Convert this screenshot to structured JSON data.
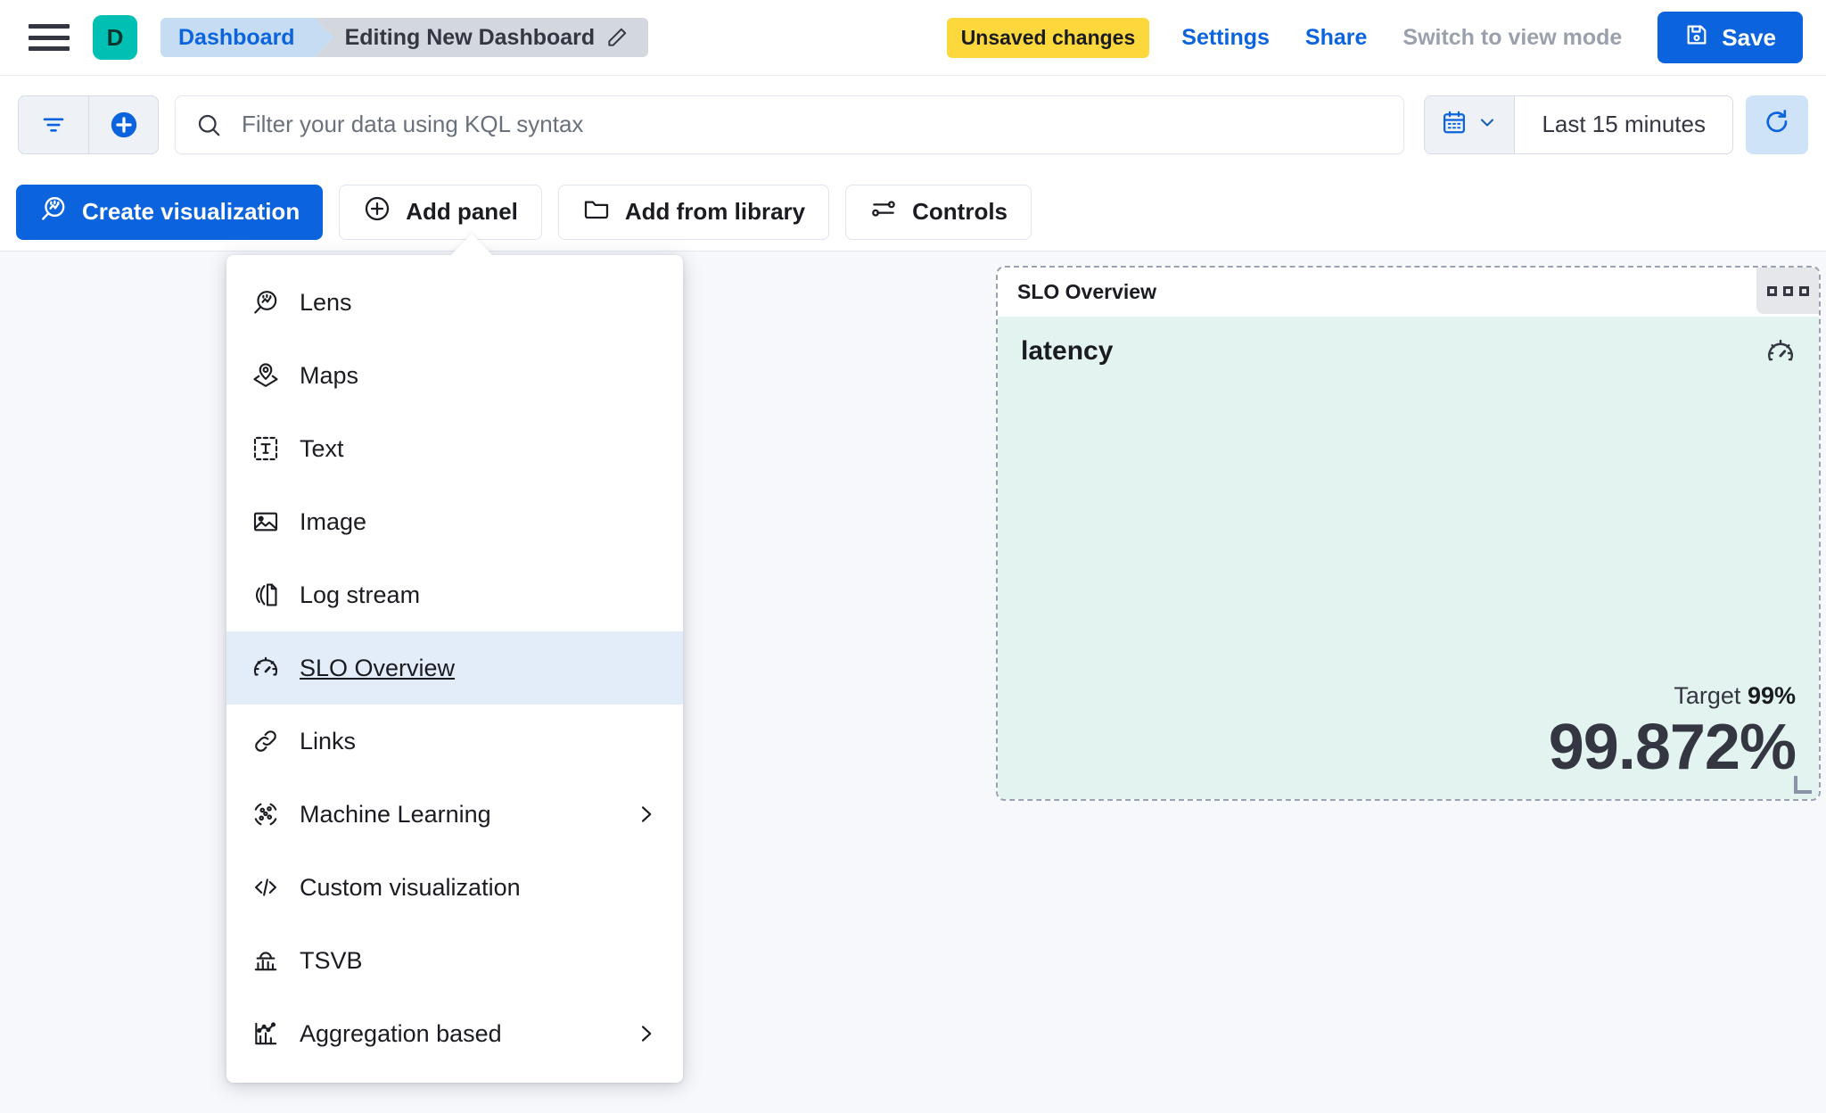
{
  "header": {
    "menu_icon": "hamburger-icon",
    "space_initial": "D",
    "breadcrumb_root": "Dashboard",
    "breadcrumb_current": "Editing New Dashboard",
    "edit_icon": "pencil-icon",
    "unsaved_badge": "Unsaved changes",
    "settings_link": "Settings",
    "share_link": "Share",
    "view_mode_link": "Switch to view mode",
    "save_label": "Save",
    "save_icon": "save-disk-icon",
    "accent_blue": "#0B64DD",
    "badge_yellow": "#FDD83C",
    "space_teal": "#00BFB3"
  },
  "query": {
    "filter_icon": "filter-icon",
    "add_filter_icon": "plus-circle-icon",
    "search_icon": "search-icon",
    "search_value": "",
    "search_placeholder": "Filter your data using KQL syntax",
    "calendar_icon": "calendar-icon",
    "chevron_icon": "chevron-down-icon",
    "time_range": "Last 15 minutes",
    "refresh_icon": "refresh-icon"
  },
  "toolbar": {
    "create_visualization": "Create visualization",
    "create_visualization_icon": "lens-icon",
    "add_panel": "Add panel",
    "add_panel_icon": "plus-circle-icon",
    "add_from_library": "Add from library",
    "add_from_library_icon": "folder-icon",
    "controls": "Controls",
    "controls_icon": "sliders-icon"
  },
  "add_panel_menu": {
    "items": [
      {
        "label": "Lens",
        "icon": "lens-icon",
        "selected": false,
        "submenu": false
      },
      {
        "label": "Maps",
        "icon": "map-pin-icon",
        "selected": false,
        "submenu": false
      },
      {
        "label": "Text",
        "icon": "text-box-icon",
        "selected": false,
        "submenu": false
      },
      {
        "label": "Image",
        "icon": "image-icon",
        "selected": false,
        "submenu": false
      },
      {
        "label": "Log stream",
        "icon": "logs-icon",
        "selected": false,
        "submenu": false
      },
      {
        "label": "SLO Overview",
        "icon": "gauge-icon",
        "selected": true,
        "submenu": false
      },
      {
        "label": "Links",
        "icon": "link-icon",
        "selected": false,
        "submenu": false
      },
      {
        "label": "Machine Learning",
        "icon": "ml-icon",
        "selected": false,
        "submenu": true
      },
      {
        "label": "Custom visualization",
        "icon": "code-icon",
        "selected": false,
        "submenu": false
      },
      {
        "label": "TSVB",
        "icon": "tsvb-icon",
        "selected": false,
        "submenu": false
      },
      {
        "label": "Aggregation based",
        "icon": "agg-chart-icon",
        "selected": false,
        "submenu": true
      }
    ],
    "highlight_color": "#E3EDF9"
  },
  "panel": {
    "title": "SLO Overview",
    "context_menu_icon": "three-squares-icon",
    "slo_name": "latency",
    "slo_icon": "gauge-icon",
    "target_label": "Target",
    "target_value": "99%",
    "sli_value": "99.872%",
    "body_background": "#E2F3F0",
    "border_style": "dashed",
    "resize_handle_icon": "resize-corner-icon"
  }
}
